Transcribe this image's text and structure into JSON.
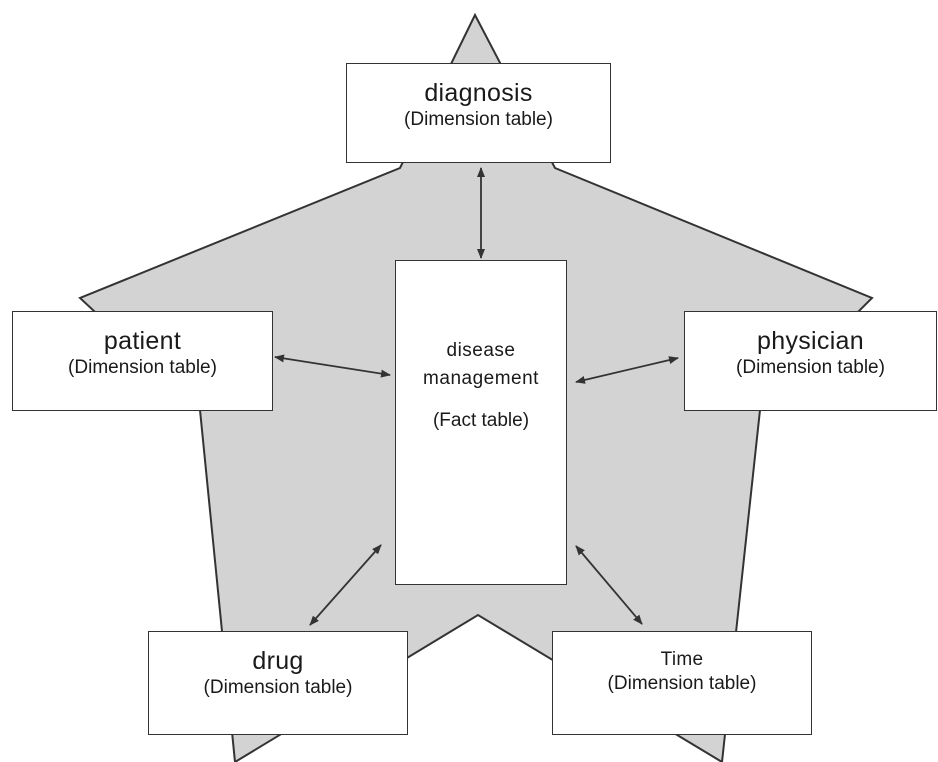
{
  "fact": {
    "line1": "disease",
    "line2": "management",
    "kind": "(Fact table)"
  },
  "dimensions": {
    "diagnosis": {
      "name": "diagnosis",
      "kind": "(Dimension table)"
    },
    "patient": {
      "name": "patient",
      "kind": "(Dimension table)"
    },
    "physician": {
      "name": "physician",
      "kind": "(Dimension table)"
    },
    "drug": {
      "name": "drug",
      "kind": "(Dimension table)"
    },
    "time": {
      "name": "Time",
      "kind": "(Dimension table)"
    }
  },
  "colors": {
    "star_fill": "#d3d3d3",
    "outline": "#333333",
    "box_fill": "#ffffff"
  }
}
